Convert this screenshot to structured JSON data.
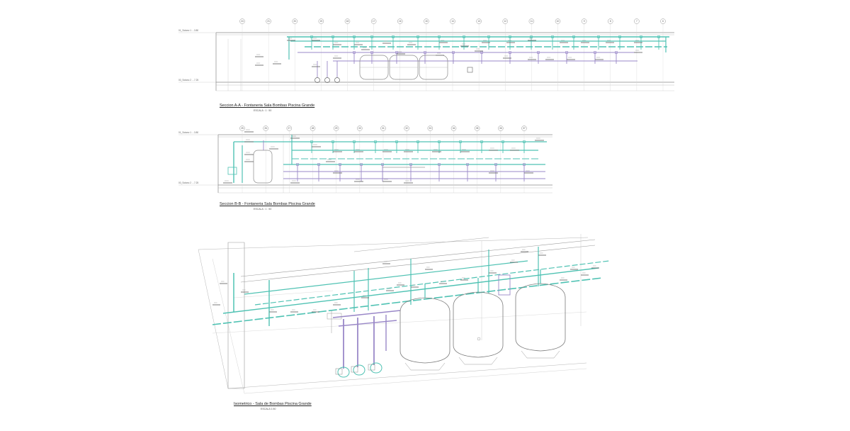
{
  "colors": {
    "background": "#ffffff",
    "line": "#8a8a8a",
    "light_line": "#c4c4c4",
    "pipe_teal": "#4fc2b3",
    "pipe_purple": "#9a88c8",
    "text": "#333333"
  },
  "section_a": {
    "title": "Seccion A-A - Fontaneria Sala Bombas Piscina Grande",
    "scale": "ESCALA : 1 : 50",
    "grid_labels": [
      "24",
      "21",
      "20",
      "19",
      "18",
      "17",
      "16",
      "15",
      "14",
      "13",
      "12",
      "11",
      "10",
      "9",
      "8",
      "7",
      "6"
    ],
    "level_labels": [
      "01_Sotano 1 - -3.80",
      "00_Sotano 2 - -7.25"
    ]
  },
  "section_b": {
    "title": "Seccion B-B - Fontaneria Sala Bombas Piscina Grande",
    "scale": "ESCALA : 1 : 50",
    "grid_labels": [
      "25",
      "26",
      "27",
      "28",
      "29",
      "30",
      "31",
      "32",
      "33",
      "34",
      "35",
      "36",
      "37"
    ],
    "level_labels": [
      "01_Sotano 1 - -3.80",
      "00_Sotano 2 - -7.25"
    ]
  },
  "isometric": {
    "title": "Isometrico - Sala de Bombas Piscina Grande",
    "scale": "ESCALA 1:50"
  }
}
